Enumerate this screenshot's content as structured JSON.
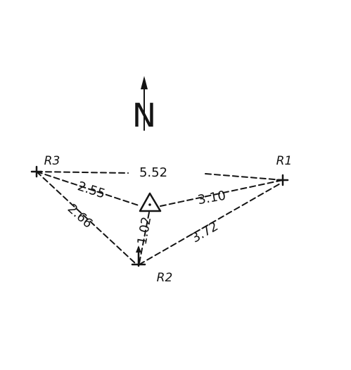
{
  "north_label": "N",
  "references": {
    "r1": "R1",
    "r2": "R2",
    "r3": "R3"
  },
  "distances": {
    "r3_r1": "5.52",
    "r3_station": "2.55",
    "station_r1": "3.10",
    "r3_r2": "2.66",
    "station_r2": "1.02",
    "r2_r1": "3.72"
  },
  "colors": {
    "ink": "#141414",
    "paper": "#ffffff"
  }
}
